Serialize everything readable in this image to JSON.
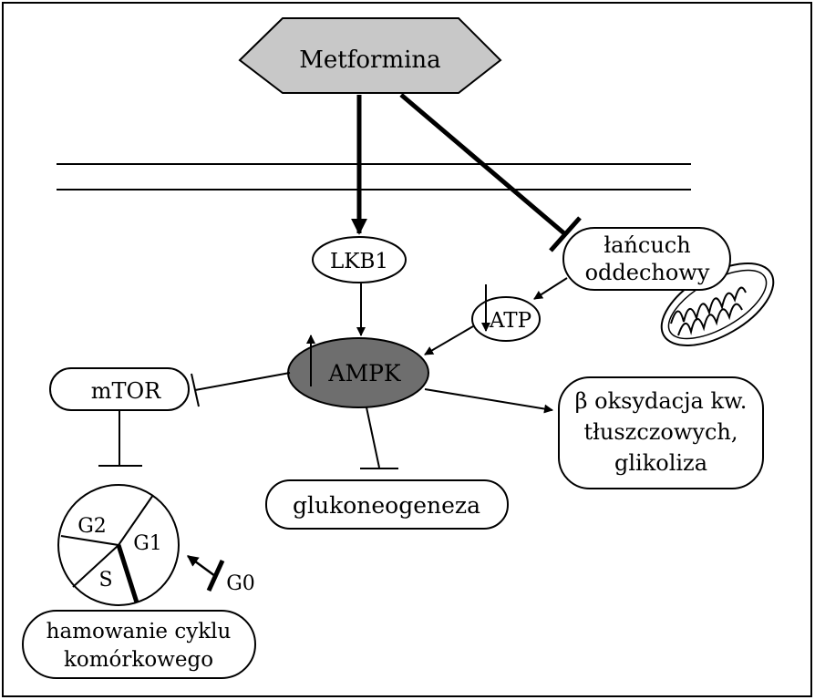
{
  "nodes": {
    "metformina": "Metformina",
    "lkb1": "LKB1",
    "lancuch": [
      "łańcuch",
      "oddechowy"
    ],
    "atp": "ATP",
    "ampk": "AMPK",
    "mtor": "mTOR",
    "beta": [
      "β oksydacja kw.",
      "tłuszczowych,",
      "glikoliza"
    ],
    "gluko": "glukoneogeneza",
    "hamowanie": [
      "hamowanie cyklu",
      "komórkowego"
    ]
  },
  "cell_cycle": {
    "phases": [
      "G2",
      "G1",
      "S"
    ],
    "g0": "G0"
  },
  "colors": {
    "metformina_fill": "#c8c8c8",
    "ampk_fill": "#6e6e6e",
    "line": "#000000"
  }
}
